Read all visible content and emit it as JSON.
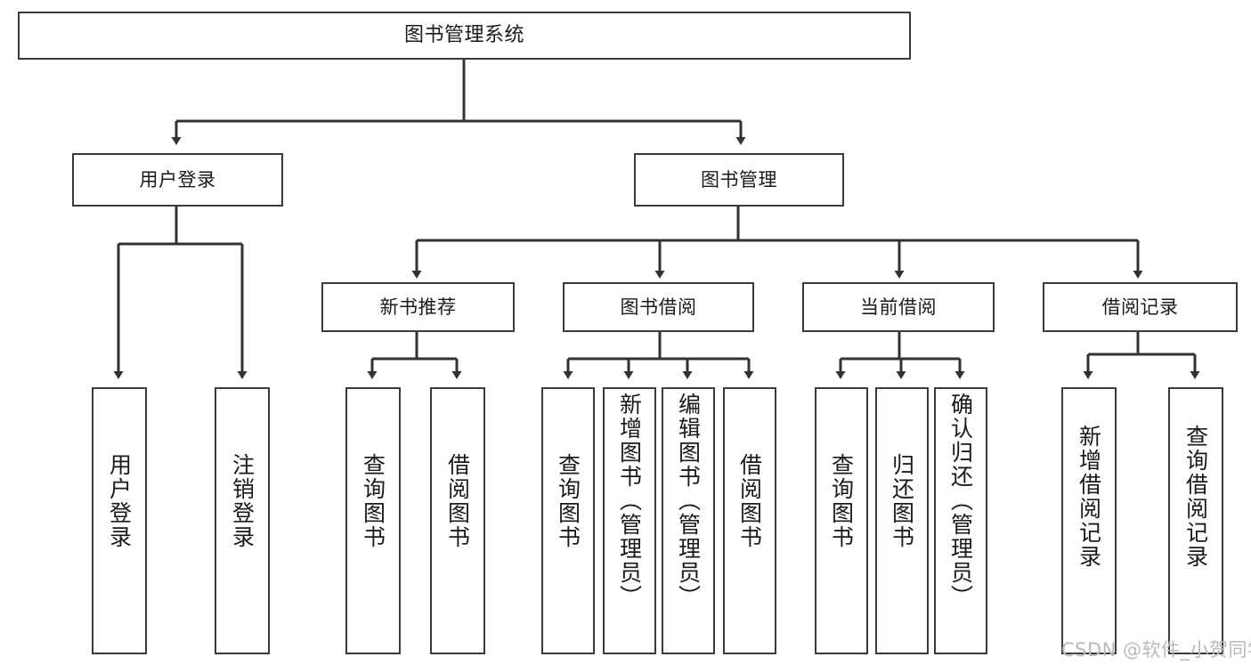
{
  "diagram": {
    "title": "图书管理系统",
    "watermark": "CSDN @软件_小贺同学",
    "colors": {
      "box_border": "#3a3a3a",
      "box_fill": "#ffffff",
      "edge": "#333333",
      "text": "#1a1a1a",
      "watermark": "#b9b9b9",
      "background": "#ffffff"
    },
    "nodes": {
      "root": {
        "label": "图书管理系统"
      },
      "level1": [
        {
          "id": "user-login",
          "label": "用户登录"
        },
        {
          "id": "book-manage",
          "label": "图书管理"
        }
      ],
      "level2": [
        {
          "id": "new-book-recommend",
          "label": "新书推荐"
        },
        {
          "id": "book-borrow",
          "label": "图书借阅"
        },
        {
          "id": "current-borrow",
          "label": "当前借阅"
        },
        {
          "id": "borrow-record",
          "label": "借阅记录"
        }
      ],
      "leaves": {
        "user_login": [
          {
            "id": "leaf-user-login",
            "label": "用户登录"
          },
          {
            "id": "leaf-logout-login",
            "label": "注销登录"
          }
        ],
        "new_book_recommend": [
          {
            "id": "leaf-query-book-1",
            "label": "查询图书"
          },
          {
            "id": "leaf-borrow-book-1",
            "label": "借阅图书"
          }
        ],
        "book_borrow": [
          {
            "id": "leaf-query-book-2",
            "label": "查询图书"
          },
          {
            "id": "leaf-add-book",
            "label": "新增图书（管理员）"
          },
          {
            "id": "leaf-edit-book",
            "label": "编辑图书（管理员）"
          },
          {
            "id": "leaf-borrow-book-2",
            "label": "借阅图书"
          }
        ],
        "current_borrow": [
          {
            "id": "leaf-query-book-3",
            "label": "查询图书"
          },
          {
            "id": "leaf-return-book",
            "label": "归还图书"
          },
          {
            "id": "leaf-confirm-return",
            "label": "确认归还（管理员）"
          }
        ],
        "borrow_record": [
          {
            "id": "leaf-add-record",
            "label": "新增借阅记录"
          },
          {
            "id": "leaf-query-record",
            "label": "查询借阅记录"
          }
        ]
      }
    }
  }
}
